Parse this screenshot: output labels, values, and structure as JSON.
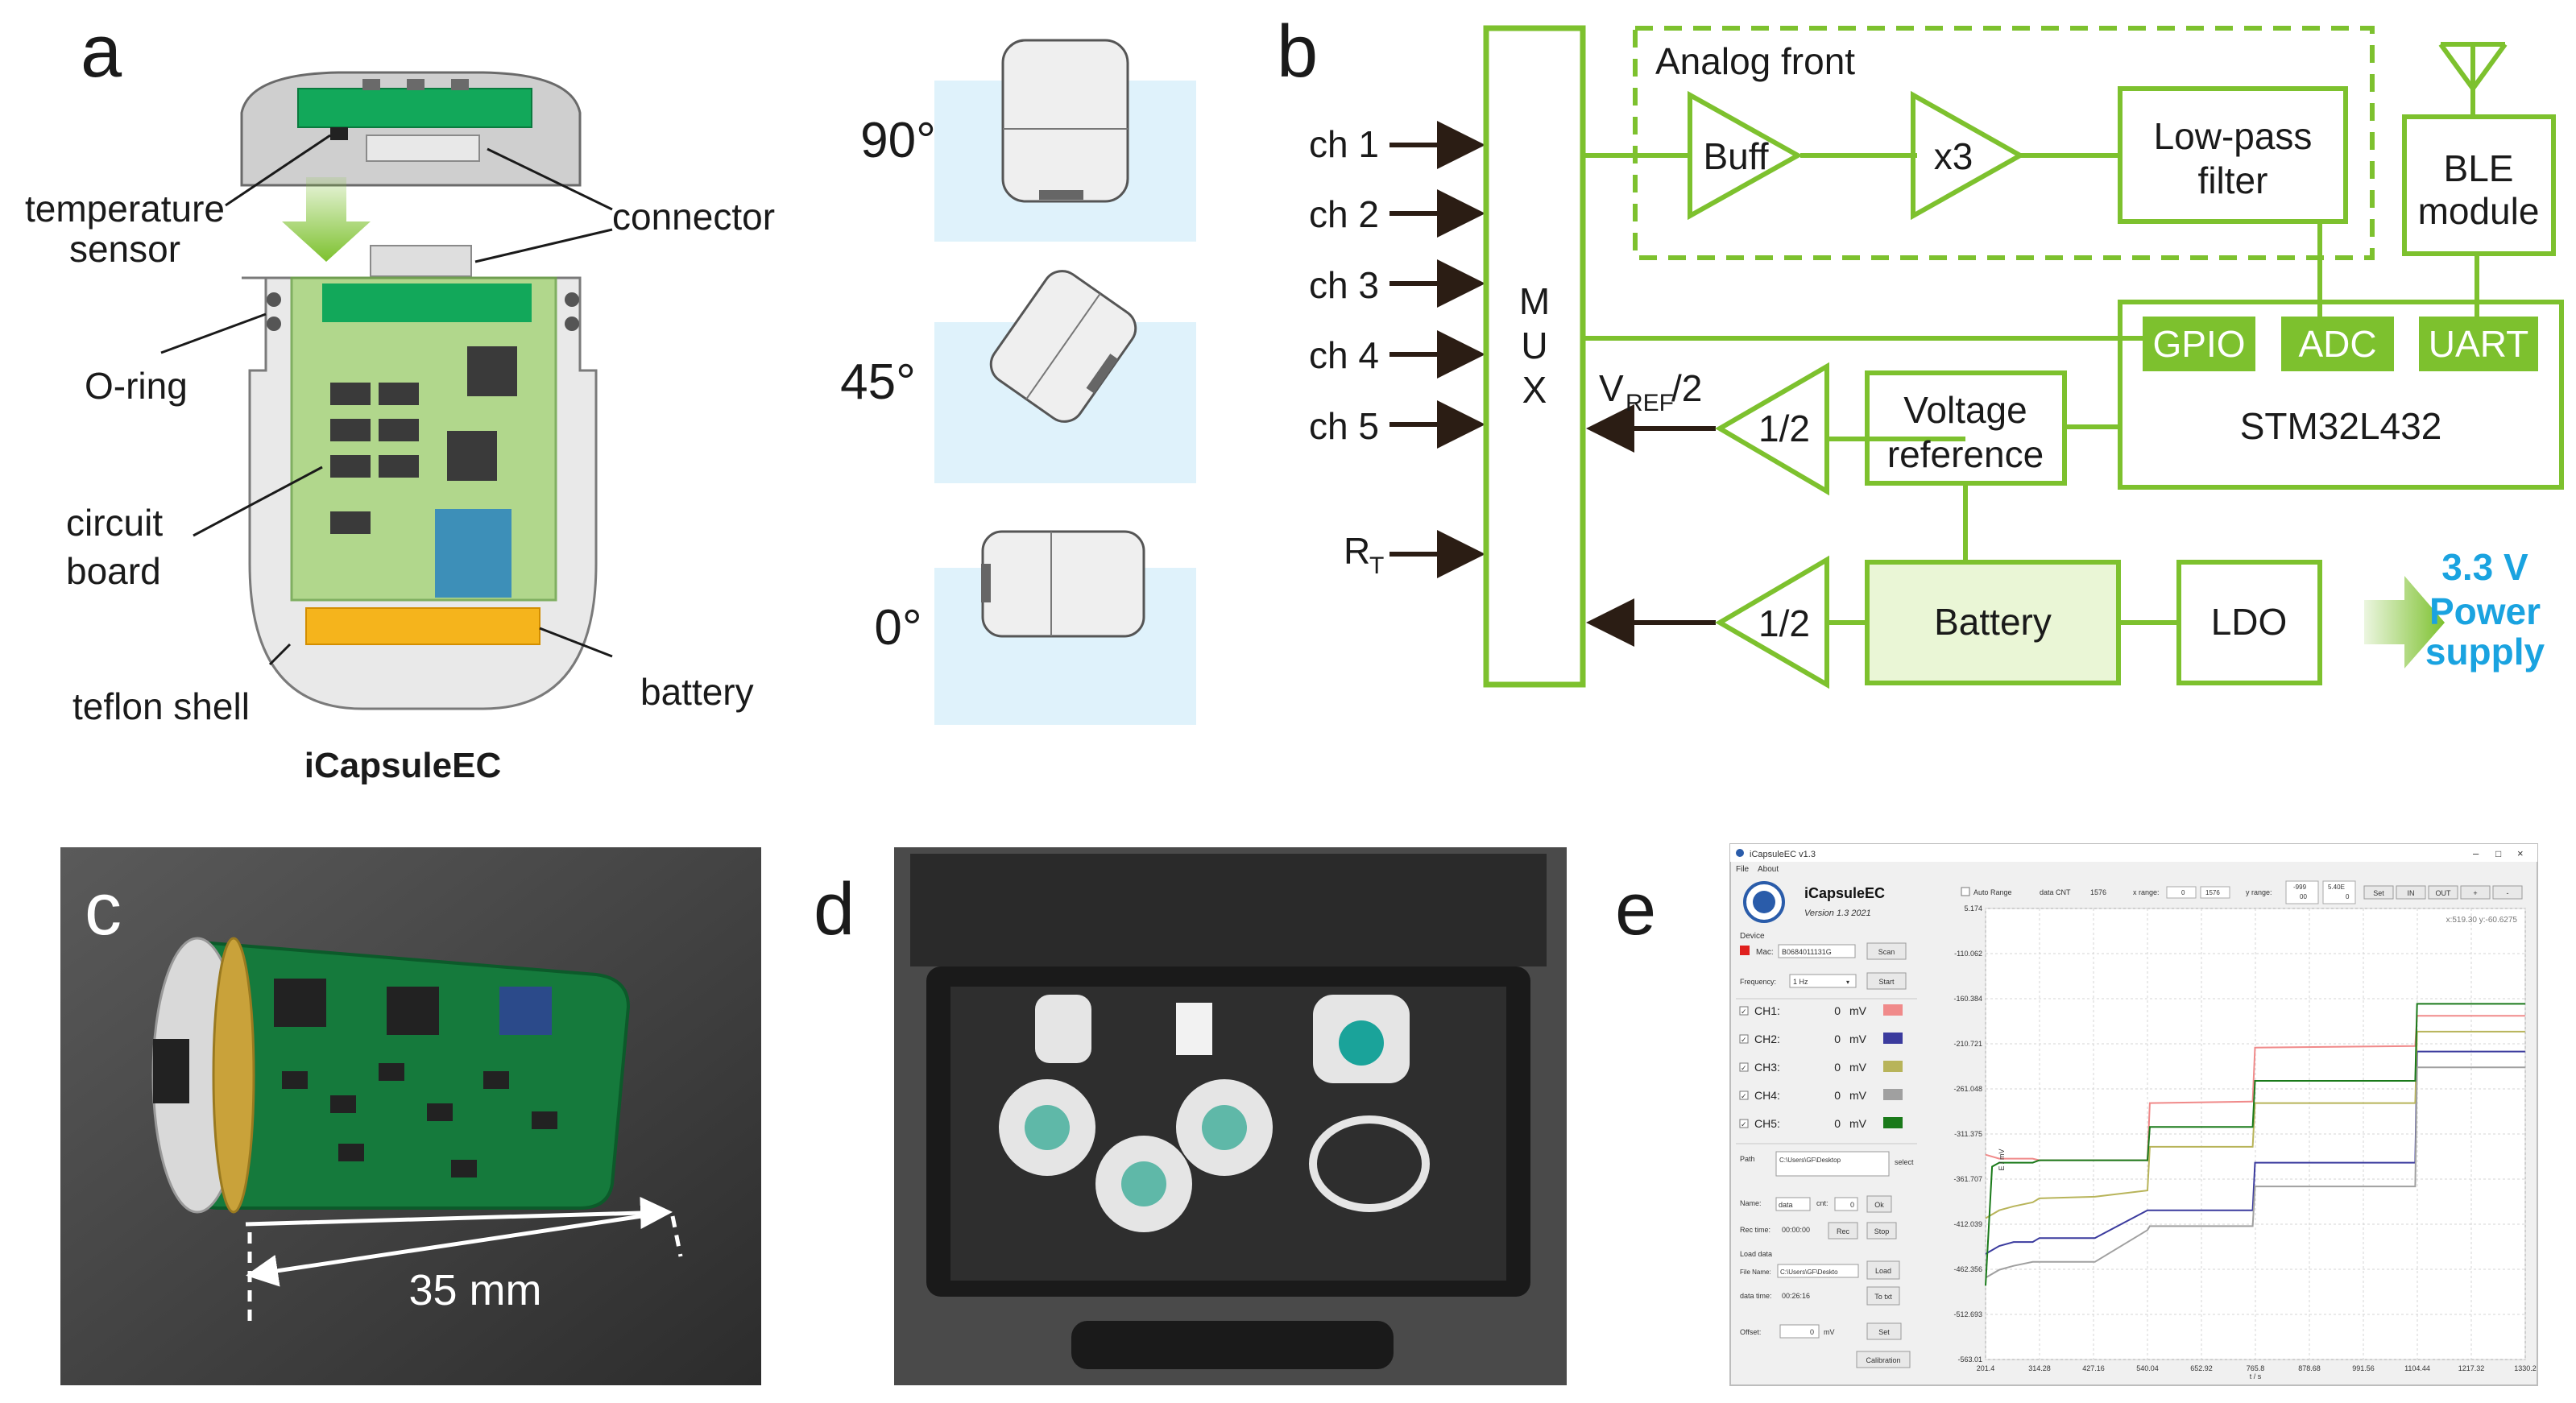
{
  "panel_a": {
    "letter": "a",
    "labels": {
      "temperature_sensor_1": "temperature",
      "temperature_sensor_2": "sensor",
      "connector": "connector",
      "o_ring": "O-ring",
      "circuit_board_1": "circuit",
      "circuit_board_2": "board",
      "teflon_shell": "teflon shell",
      "battery": "battery",
      "device_name": "iCapsuleEC"
    },
    "angles": [
      "90°",
      "45°",
      "0°"
    ]
  },
  "panel_b": {
    "letter": "b",
    "channels": [
      "ch 1",
      "ch 2",
      "ch 3",
      "ch 4",
      "ch 5"
    ],
    "rt_label": "R",
    "rt_sub": "T",
    "mux_letters": [
      "M",
      "U",
      "X"
    ],
    "analog_front": "Analog front",
    "buff": "Buff",
    "x3": "x3",
    "lowpass_1": "Low-pass",
    "lowpass_2": "filter",
    "ble_1": "BLE",
    "ble_2": "module",
    "gpio": "GPIO",
    "adc": "ADC",
    "uart": "UART",
    "mcu": "STM32L432",
    "vref_main": "V",
    "vref_sub": "REF",
    "vref_tail": "/2",
    "half": "1/2",
    "voltage_ref_1": "Voltage",
    "voltage_ref_2": "reference",
    "battery": "Battery",
    "ldo": "LDO",
    "power_1": "3.3 V",
    "power_2": "Power",
    "power_3": "supply",
    "colors": {
      "green": "#7dc12e",
      "light_green": "#eaf6d6",
      "cyan": "#1aa3e0"
    }
  },
  "panel_c": {
    "letter": "c",
    "scale": "35 mm"
  },
  "panel_d": {
    "letter": "d"
  },
  "panel_e": {
    "letter": "e",
    "window_title": "iCapsuleEC v1.3",
    "menu": [
      "File",
      "About"
    ],
    "app_name": "iCapsuleEC",
    "version": "Version 1.3 2021",
    "device_label": "Device",
    "mac_label": "Mac:",
    "mac_value": "B0684011131G",
    "scan_button": "Scan",
    "frequency_label": "Frequency:",
    "frequency_value": "1 Hz",
    "start_button": "Start",
    "channels": [
      {
        "name": "CH1:",
        "value": "0",
        "unit": "mV",
        "color": "#f08a8a"
      },
      {
        "name": "CH2:",
        "value": "0",
        "unit": "mV",
        "color": "#3b3b9e"
      },
      {
        "name": "CH3:",
        "value": "0",
        "unit": "mV",
        "color": "#b8b45a"
      },
      {
        "name": "CH4:",
        "value": "0",
        "unit": "mV",
        "color": "#a0a0a0"
      },
      {
        "name": "CH5:",
        "value": "0",
        "unit": "mV",
        "color": "#1a7a1a"
      }
    ],
    "path_label": "Path",
    "path_value": "C:\\Users\\GF\\Desktop",
    "select_button": "select",
    "name_label": "Name:",
    "name_value": "data",
    "cnt_label": "cnt:",
    "cnt_value": "0",
    "ok_button": "Ok",
    "rectime_label": "Rec time:",
    "rectime_value": "00:00:00",
    "rec_button": "Rec",
    "stop_button": "Stop",
    "load_data_label": "Load data",
    "filename_label": "File Name:",
    "filename_value": "C:\\Users\\GF\\Deskto",
    "load_button": "Load",
    "datatime_label": "data time:",
    "datatime_value": "00:26:16",
    "totxt_button": "To txt",
    "offset_label": "Offset:",
    "offset_value": "0",
    "offset_unit": "mV",
    "set_button": "Set",
    "calibration_button": "Calibration",
    "toolbar": {
      "auto_range": "Auto Range",
      "data_cnt_label": "data CNT",
      "data_cnt_value": "1576",
      "x_range_label": "x range:",
      "x_range_min": "0",
      "x_range_max": "1576",
      "y_range_label": "y range:",
      "y_range_min_1": "-999",
      "y_range_min_2": "00",
      "y_range_max_1": "5.40E",
      "y_range_max_2": "0",
      "buttons": [
        "Set",
        "IN",
        "OUT",
        "+",
        "-"
      ]
    },
    "cursor_readout": "x:519.30  y:-60.6275",
    "chart_data": {
      "type": "line",
      "xlabel": "t / s",
      "ylabel": "E / mV",
      "x_ticks": [
        "201.4",
        "314.28",
        "427.16",
        "540.04",
        "652.92",
        "765.8",
        "878.68",
        "991.56",
        "1104.44",
        "1217.32",
        "1330.2"
      ],
      "y_ticks": [
        "5.174",
        "-110.062",
        "-160.384",
        "-210.721",
        "-261.048",
        "-311.375",
        "-361.707",
        "-412.039",
        "-462.356",
        "-512.693",
        "-563.01"
      ],
      "xlim": [
        201.4,
        1330.2
      ],
      "ylim": [
        -563.01,
        5.174
      ],
      "series": [
        {
          "name": "CH1",
          "color": "#f08a8a",
          "points": [
            [
              201.4,
              -305
            ],
            [
              230,
              -310
            ],
            [
              260,
              -310
            ],
            [
              300,
              -310
            ],
            [
              314,
              -312
            ],
            [
              430,
              -312
            ],
            [
              540,
              -312
            ],
            [
              545,
              -240
            ],
            [
              760,
              -238
            ],
            [
              765,
              -170
            ],
            [
              1100,
              -168
            ],
            [
              1104,
              -130
            ],
            [
              1330,
              -130
            ]
          ]
        },
        {
          "name": "CH2",
          "color": "#3b3b9e",
          "points": [
            [
              201.4,
              -430
            ],
            [
              230,
              -420
            ],
            [
              260,
              -415
            ],
            [
              300,
              -415
            ],
            [
              314,
              -410
            ],
            [
              430,
              -410
            ],
            [
              540,
              -375
            ],
            [
              545,
              -375
            ],
            [
              760,
              -375
            ],
            [
              765,
              -315
            ],
            [
              1100,
              -315
            ],
            [
              1104,
              -175
            ],
            [
              1330,
              -175
            ]
          ]
        },
        {
          "name": "CH3",
          "color": "#b8b45a",
          "points": [
            [
              201.4,
              -385
            ],
            [
              230,
              -375
            ],
            [
              260,
              -370
            ],
            [
              300,
              -365
            ],
            [
              314,
              -360
            ],
            [
              430,
              -358
            ],
            [
              540,
              -350
            ],
            [
              545,
              -295
            ],
            [
              760,
              -295
            ],
            [
              765,
              -240
            ],
            [
              1100,
              -240
            ],
            [
              1104,
              -150
            ],
            [
              1330,
              -150
            ]
          ]
        },
        {
          "name": "CH4",
          "color": "#a0a0a0",
          "points": [
            [
              201.4,
              -460
            ],
            [
              230,
              -450
            ],
            [
              260,
              -445
            ],
            [
              300,
              -440
            ],
            [
              314,
              -440
            ],
            [
              430,
              -440
            ],
            [
              540,
              -400
            ],
            [
              545,
              -395
            ],
            [
              760,
              -395
            ],
            [
              765,
              -345
            ],
            [
              1100,
              -345
            ],
            [
              1104,
              -195
            ],
            [
              1330,
              -195
            ]
          ]
        },
        {
          "name": "CH5",
          "color": "#1a7a1a",
          "points": [
            [
              201.4,
              -470
            ],
            [
              215,
              -320
            ],
            [
              230,
              -315
            ],
            [
              260,
              -315
            ],
            [
              300,
              -315
            ],
            [
              314,
              -312
            ],
            [
              430,
              -312
            ],
            [
              540,
              -312
            ],
            [
              545,
              -270
            ],
            [
              760,
              -270
            ],
            [
              765,
              -212
            ],
            [
              1100,
              -212
            ],
            [
              1104,
              -115
            ],
            [
              1330,
              -115
            ]
          ]
        }
      ]
    }
  }
}
